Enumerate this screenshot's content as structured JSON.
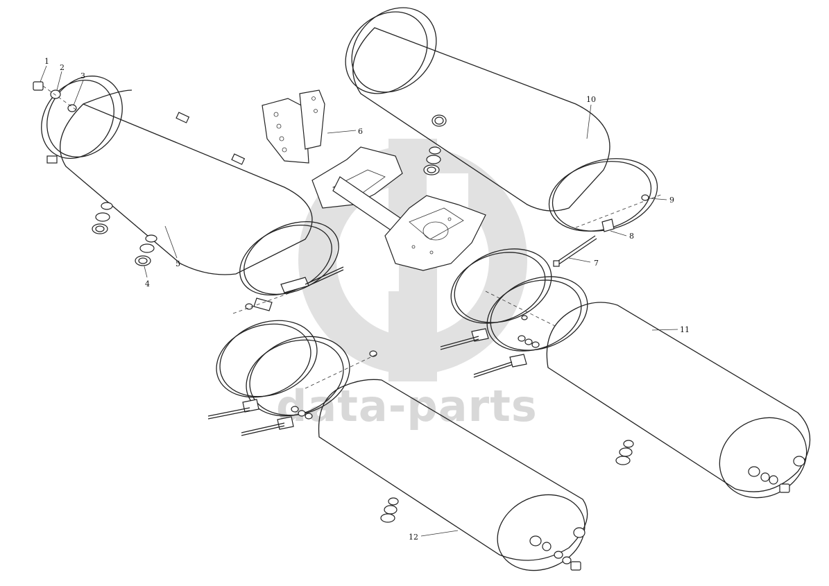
{
  "watermark": {
    "text": "data-parts",
    "color": "#d0d0d0"
  },
  "callouts": [
    {
      "id": "1",
      "label": "1"
    },
    {
      "id": "2",
      "label": "2"
    },
    {
      "id": "3",
      "label": "3"
    },
    {
      "id": "4",
      "label": "4"
    },
    {
      "id": "5",
      "label": "5"
    },
    {
      "id": "6",
      "label": "6"
    },
    {
      "id": "7",
      "label": "7"
    },
    {
      "id": "8",
      "label": "8"
    },
    {
      "id": "9",
      "label": "9"
    },
    {
      "id": "10",
      "label": "10"
    },
    {
      "id": "11",
      "label": "11"
    },
    {
      "id": "12",
      "label": "12"
    }
  ]
}
